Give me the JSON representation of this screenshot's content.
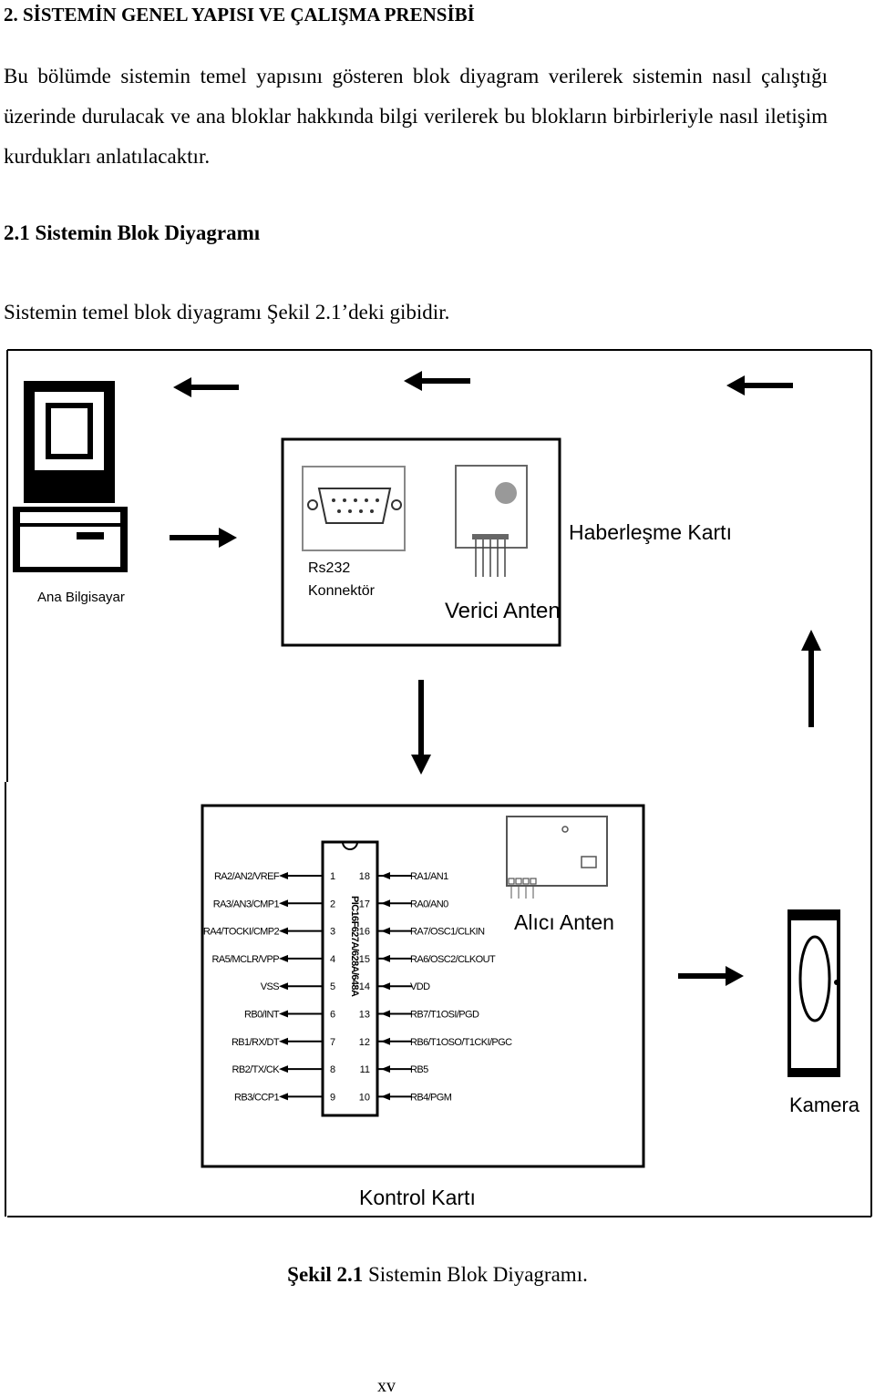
{
  "section_heading": "2. SİSTEMİN GENEL YAPISI VE ÇALIŞMA PRENSİBİ",
  "paragraph": "Bu bölümde sistemin temel yapısını gösteren blok diyagram verilerek sistemin nasıl çalıştığı üzerinde durulacak ve ana bloklar hakkında bilgi verilerek bu blokların birbirleriyle nasıl iletişim kurdukları anlatılacaktır.",
  "subsection_heading": "2.1 Sistemin Blok Diyagramı",
  "intro_sentence": "Sistemin temel blok diyagramı Şekil 2.1’deki gibidir.",
  "diagram": {
    "computer_label": "Ana Bilgisayar",
    "rs232_label_line1": "Rs232",
    "rs232_label_line2": "Konnektör",
    "transmitter_label": "Verici Anten",
    "comm_card_label": "Haberleşme Kartı",
    "receiver_label": "Alıcı Anten",
    "camera_label": "Kamera",
    "control_card_label": "Kontrol Kartı",
    "chip_label": "PIC16F627A/628A/648A",
    "left_pins": [
      {
        "name": "RA2/AN2/VREF",
        "num": "1"
      },
      {
        "name": "RA3/AN3/CMP1",
        "num": "2"
      },
      {
        "name": "RA4/TOCKI/CMP2",
        "num": "3"
      },
      {
        "name": "RA5/MCLR/VPP",
        "num": "4"
      },
      {
        "name": "VSS",
        "num": "5"
      },
      {
        "name": "RB0/INT",
        "num": "6"
      },
      {
        "name": "RB1/RX/DT",
        "num": "7"
      },
      {
        "name": "RB2/TX/CK",
        "num": "8"
      },
      {
        "name": "RB3/CCP1",
        "num": "9"
      }
    ],
    "right_pins": [
      {
        "name": "RA1/AN1",
        "num": "18"
      },
      {
        "name": "RA0/AN0",
        "num": "17"
      },
      {
        "name": "RA7/OSC1/CLKIN",
        "num": "16"
      },
      {
        "name": "RA6/OSC2/CLKOUT",
        "num": "15"
      },
      {
        "name": "VDD",
        "num": "14"
      },
      {
        "name": "RB7/T1OSI/PGD",
        "num": "13"
      },
      {
        "name": "RB6/T1OSO/T1CKI/PGC",
        "num": "12"
      },
      {
        "name": "RB5",
        "num": "11"
      },
      {
        "name": "RB4/PGM",
        "num": "10"
      }
    ]
  },
  "caption_bold": "Şekil 2.1",
  "caption_rest": " Sistemin Blok Diyagramı.",
  "page_number": "xv"
}
